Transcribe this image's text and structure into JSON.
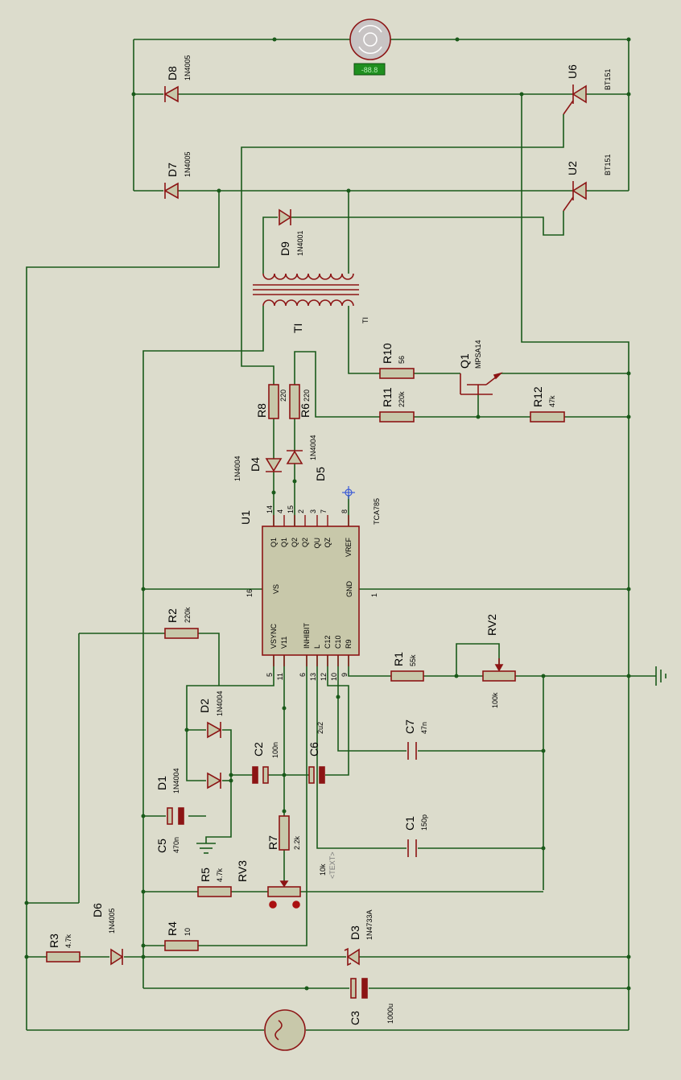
{
  "colors": {
    "background": "#dcdccc",
    "wire": "#1a5a1a",
    "component": "#8c1414",
    "ic_body": "#c8c8aa",
    "label": "#000000",
    "hidden_text": "#7a7a7a",
    "lcd": "#22aa22"
  },
  "ic": {
    "ref": "U1",
    "part": "TCA785",
    "pins_top": [
      {
        "name": "Q1",
        "num": "14"
      },
      {
        "name": "Q1",
        "num": "4"
      },
      {
        "name": "Q2",
        "num": "15"
      },
      {
        "name": "Q2",
        "num": "2"
      },
      {
        "name": "QU",
        "num": "3"
      },
      {
        "name": "QZ",
        "num": "7"
      },
      {
        "name": "VREF",
        "num": "8"
      }
    ],
    "pins_bottom": [
      {
        "name": "VSYNC",
        "num": "5"
      },
      {
        "name": "V11",
        "num": "11"
      },
      {
        "name": "INHIBIT",
        "num": "6"
      },
      {
        "name": "L",
        "num": "13"
      },
      {
        "name": "C12",
        "num": "12"
      },
      {
        "name": "C10",
        "num": "10"
      },
      {
        "name": "R9",
        "num": "9"
      }
    ],
    "pin_left": {
      "name": "VS",
      "num": "16"
    },
    "pin_right": {
      "name": "GND",
      "num": "1"
    }
  },
  "components": {
    "D8": {
      "ref": "D8",
      "value": "1N4005"
    },
    "D7": {
      "ref": "D7",
      "value": "1N4005"
    },
    "U6": {
      "ref": "U6",
      "value": "BT151"
    },
    "U2": {
      "ref": "U2",
      "value": "BT151"
    },
    "D9": {
      "ref": "D9",
      "value": "1N4001"
    },
    "T1": {
      "ref": "TI",
      "value": "TI"
    },
    "R10": {
      "ref": "R10",
      "value": "56"
    },
    "Q1": {
      "ref": "Q1",
      "value": "MPSA14"
    },
    "R11": {
      "ref": "R11",
      "value": "220k"
    },
    "R12": {
      "ref": "R12",
      "value": "47k"
    },
    "R8": {
      "ref": "R8",
      "value": "220"
    },
    "R6": {
      "ref": "R6",
      "value": "220"
    },
    "D4": {
      "ref": "D4",
      "value": "1N4004"
    },
    "D5": {
      "ref": "D5",
      "value": "1N4004"
    },
    "R2": {
      "ref": "R2",
      "value": "220k"
    },
    "RV2": {
      "ref": "RV2",
      "value": "100k"
    },
    "R1": {
      "ref": "R1",
      "value": "55k"
    },
    "D2": {
      "ref": "D2",
      "value": "1N4004"
    },
    "D1": {
      "ref": "D1",
      "value": "1N4004"
    },
    "C2": {
      "ref": "C2",
      "value": "100n"
    },
    "C6": {
      "ref": "C6",
      "value": "2u2"
    },
    "C7": {
      "ref": "C7",
      "value": "47n"
    },
    "C5": {
      "ref": "C5",
      "value": "470n"
    },
    "R7": {
      "ref": "R7",
      "value": "2.2k"
    },
    "C1": {
      "ref": "C1",
      "value": "150p"
    },
    "R5": {
      "ref": "R5",
      "value": "4.7k"
    },
    "RV3": {
      "ref": "RV3",
      "value": "10k",
      "extra": "<TEXT>"
    },
    "D6": {
      "ref": "D6",
      "value": "1N4005"
    },
    "R4": {
      "ref": "R4",
      "value": "10"
    },
    "D3": {
      "ref": "D3",
      "value": "1N4733A"
    },
    "R3": {
      "ref": "R3",
      "value": "4.7k"
    },
    "C3": {
      "ref": "C3",
      "value": "1000u"
    }
  },
  "motor_display": "-88.8"
}
